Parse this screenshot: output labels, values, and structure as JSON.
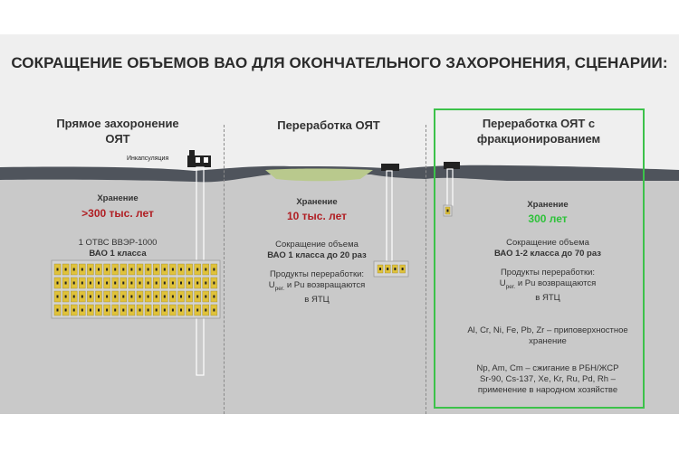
{
  "title": "СОКРАЩЕНИЕ ОБЪЕМОВ ВАО ДЛЯ ОКОНЧАТЕЛЬНОГО ЗАХОРОНЕНИЯ, СЦЕНАРИИ:",
  "colors": {
    "red": "#b01e23",
    "green": "#2ec23a",
    "frame": "#3cc24a",
    "fuel": "#e0c23a"
  },
  "col1": {
    "heading_line1": "Прямое захоронение",
    "heading_line2": "ОЯТ",
    "encapsulation": "Инкапсуляция",
    "storage_label": "Хранение",
    "storage_value": ">300 тыс. лет",
    "fuel_line1": "1 ОТВС ВВЭР-1000",
    "fuel_line2": "ВАО 1 класса"
  },
  "col2": {
    "heading": "Переработка ОЯТ",
    "storage_label": "Хранение",
    "storage_value": "10 тыс. лет",
    "reduction_line1": "Сокращение объема",
    "reduction_line2": "ВАО 1 класса до 20 раз",
    "products_line1": "Продукты переработки:",
    "products_u": "U",
    "products_sub": "рег.",
    "products_rest": " и Pu возвращаются",
    "products_line3": "в ЯТЦ"
  },
  "col3": {
    "heading_line1": "Переработка ОЯТ с",
    "heading_line2": "фракционированием",
    "storage_label": "Хранение",
    "storage_value": "300 лет",
    "reduction_line1": "Сокращение объема",
    "reduction_line2": "ВАО 1-2 класса до 70 раз",
    "products_line1": "Продукты переработки:",
    "products_u": "U",
    "products_sub": "рег.",
    "products_rest": " и Pu возвращаются",
    "products_line3": "в ЯТЦ",
    "near_line1": "Al, Cr, Ni, Fe, Pb, Zr – приповерхностное",
    "near_line2": "хранение",
    "burn_line1": "Np, Am, Cm – сжигание в РБН/ЖСР",
    "burn_line2": "Sr-90, Cs-137, Xe, Kr, Ru, Pd, Rh –",
    "burn_line3": "применение в народном хозяйстве"
  }
}
